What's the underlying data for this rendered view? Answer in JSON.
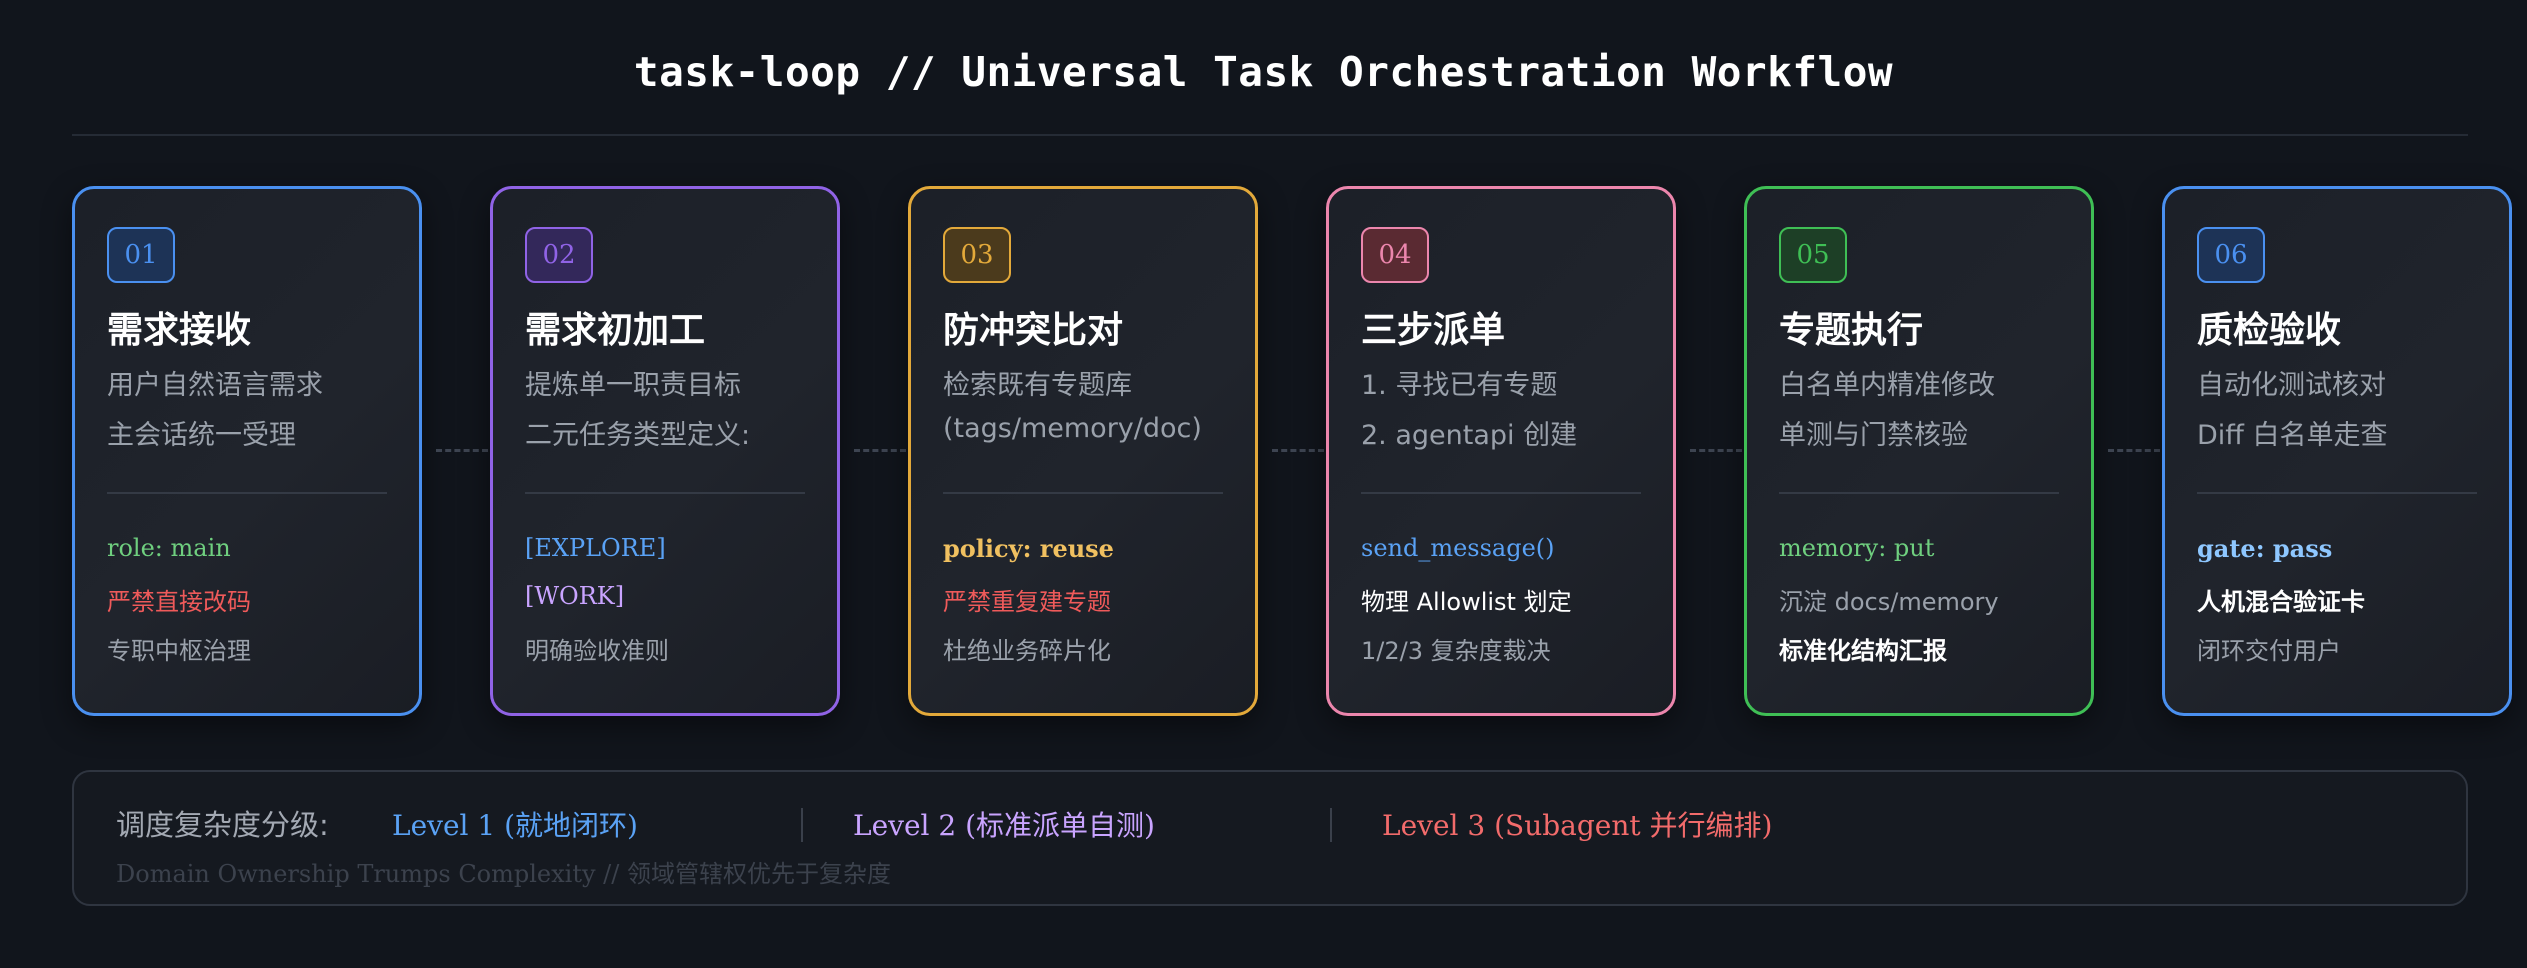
{
  "title": "task-loop // Universal Task Orchestration Workflow",
  "cards": [
    {
      "num": "01",
      "accent": "#4a90f0",
      "badge_bg": "#1d3356",
      "title": "需求接收",
      "desc": [
        "用户自然语言需求",
        "主会话统一受理"
      ],
      "lines": [
        {
          "text": "role: main",
          "color": "#6fcf7f",
          "mono": true,
          "bold": false
        },
        {
          "text": "严禁直接改码",
          "color": "#ef5a5a",
          "mono": false,
          "bold": false
        },
        {
          "text": "专职中枢治理",
          "color": "#9aa1ab",
          "mono": false,
          "bold": false
        }
      ]
    },
    {
      "num": "02",
      "accent": "#9063e6",
      "badge_bg": "#33285a",
      "title": "需求初加工",
      "desc": [
        "提炼单一职责目标",
        "二元任务类型定义:"
      ],
      "lines": [
        {
          "text": "[EXPLORE]",
          "color": "#5aa2f5",
          "mono": true,
          "bold": false
        },
        {
          "text": "[WORK]",
          "color": "#c9a4ff",
          "mono": true,
          "bold": false
        },
        {
          "text": "明确验收准则",
          "color": "#9aa1ab",
          "mono": false,
          "bold": false
        }
      ]
    },
    {
      "num": "03",
      "accent": "#e3a93a",
      "badge_bg": "#4b3a1c",
      "title": "防冲突比对",
      "desc": [
        "检索既有专题库",
        "(tags/memory/doc)"
      ],
      "lines": [
        {
          "text": "policy: reuse",
          "color": "#f0c060",
          "mono": true,
          "bold": true
        },
        {
          "text": "严禁重复建专题",
          "color": "#ef5a5a",
          "mono": false,
          "bold": false
        },
        {
          "text": "杜绝业务碎片化",
          "color": "#9aa1ab",
          "mono": false,
          "bold": false
        }
      ]
    },
    {
      "num": "04",
      "accent": "#ec86ad",
      "badge_bg": "#5a2a32",
      "title": "三步派单",
      "desc": [
        "1. 寻找已有专题",
        "2. agentapi 创建"
      ],
      "lines": [
        {
          "text": "send_message()",
          "color": "#5aa2f5",
          "mono": true,
          "bold": false
        },
        {
          "text": "物理 Allowlist 划定",
          "color": "#ffffff",
          "mono": false,
          "bold": false
        },
        {
          "text": "1/2/3 复杂度裁决",
          "color": "#9aa1ab",
          "mono": false,
          "bold": false
        }
      ]
    },
    {
      "num": "05",
      "accent": "#3fbf55",
      "badge_bg": "#1d3f26",
      "title": "专题执行",
      "desc": [
        "白名单内精准修改",
        "单测与门禁核验"
      ],
      "lines": [
        {
          "text": "memory: put",
          "color": "#6fcf7f",
          "mono": true,
          "bold": false
        },
        {
          "text": "沉淀 docs/memory",
          "color": "#9aa1ab",
          "mono": false,
          "bold": false
        },
        {
          "text": "标准化结构汇报",
          "color": "#ffffff",
          "mono": false,
          "bold": true
        }
      ]
    },
    {
      "num": "06",
      "accent": "#4a90f0",
      "badge_bg": "#1d3356",
      "title": "质检验收",
      "desc": [
        "自动化测试核对",
        "Diff 白名单走查"
      ],
      "lines": [
        {
          "text": "gate: pass",
          "color": "#8ec7ff",
          "mono": true,
          "bold": true
        },
        {
          "text": "人机混合验证卡",
          "color": "#ffffff",
          "mono": false,
          "bold": true
        },
        {
          "text": "闭环交付用户",
          "color": "#9aa1ab",
          "mono": false,
          "bold": false
        }
      ]
    }
  ],
  "footer": {
    "label": "调度复杂度分级:",
    "levels": [
      {
        "text": "Level 1 (就地闭环)",
        "color": "#5aa2f5"
      },
      {
        "text": "Level 2 (标准派单自测)",
        "color": "#c9a4ff"
      },
      {
        "text": "Level 3 (Subagent 并行编排)",
        "color": "#f26b6b"
      }
    ],
    "subtitle": "Domain Ownership Trumps Complexity // 领域管辖权优先于复杂度"
  }
}
